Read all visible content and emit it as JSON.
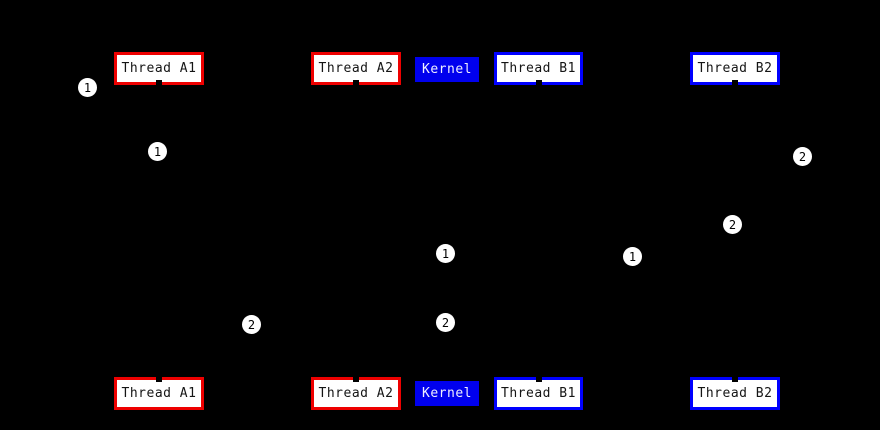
{
  "diagram": {
    "type": "sequence-diagram",
    "background_color": "#000000",
    "colors": {
      "thread_a_accent": "#ee0000",
      "thread_b_accent": "#0000ff",
      "kernel_fill": "#0000ee",
      "actor_fill": "#ffffff",
      "actor_text": "#151515",
      "kernel_text": "#efefff",
      "marker_fill": "#ffffff",
      "marker_text": "#000000"
    },
    "actors": [
      {
        "label": "Thread A1"
      },
      {
        "label": "Thread A2"
      },
      {
        "label": "Kernel"
      },
      {
        "label": "Thread B1"
      },
      {
        "label": "Thread B2"
      }
    ],
    "markers": [
      {
        "n": "1"
      },
      {
        "n": "1"
      },
      {
        "n": "2"
      },
      {
        "n": "2"
      },
      {
        "n": "1"
      },
      {
        "n": "1"
      },
      {
        "n": "2"
      },
      {
        "n": "2"
      }
    ]
  }
}
